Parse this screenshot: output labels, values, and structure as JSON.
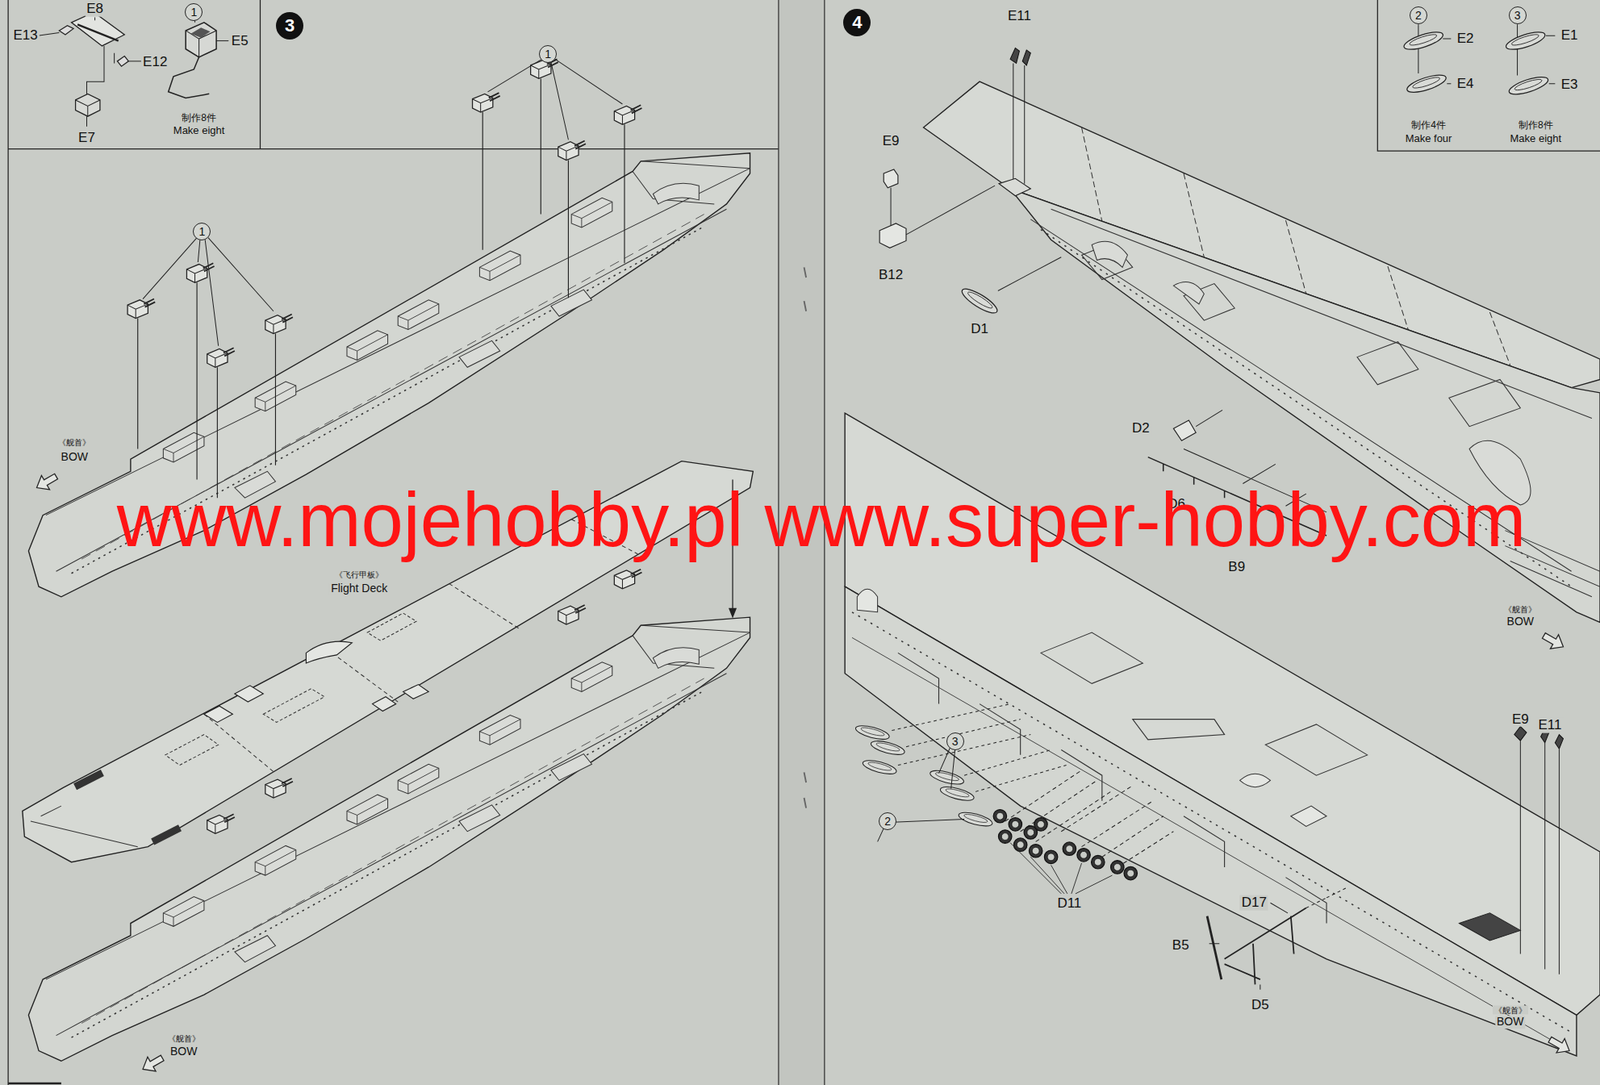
{
  "diagram": {
    "nodes": [
      {
        "text": [
          "3"
        ]
      },
      {
        "text": [
          "1"
        ]
      },
      {
        "text": [
          "1"
        ]
      },
      {
        "text": [
          "1"
        ]
      },
      {
        "text": [
          "4"
        ]
      },
      {
        "text": [
          "2"
        ]
      },
      {
        "text": [
          "3"
        ]
      },
      {
        "text": [
          "3"
        ]
      },
      {
        "text": [
          "2"
        ]
      }
    ],
    "edges": [],
    "labels": [
      "E13",
      "E8",
      "E12",
      "E5",
      "E7",
      "制作8件",
      "Make eight",
      "《舰首》",
      "BOW",
      "《飞行甲板》",
      "Flight Deck",
      "《舰首》",
      "BOW",
      "E2",
      "E4",
      "制作4件",
      "Make four",
      "E1",
      "E3",
      "制作8件",
      "Make eight",
      "E11",
      "E9",
      "B12",
      "D1",
      "D2",
      "D6",
      "B9",
      "《舰首》",
      "BOW",
      "E9",
      "E11",
      "D11",
      "D17",
      "B5",
      "D5",
      "《舰首》",
      "BOW",
      "www.mojehobby.pl www.super-hobby.com"
    ]
  }
}
